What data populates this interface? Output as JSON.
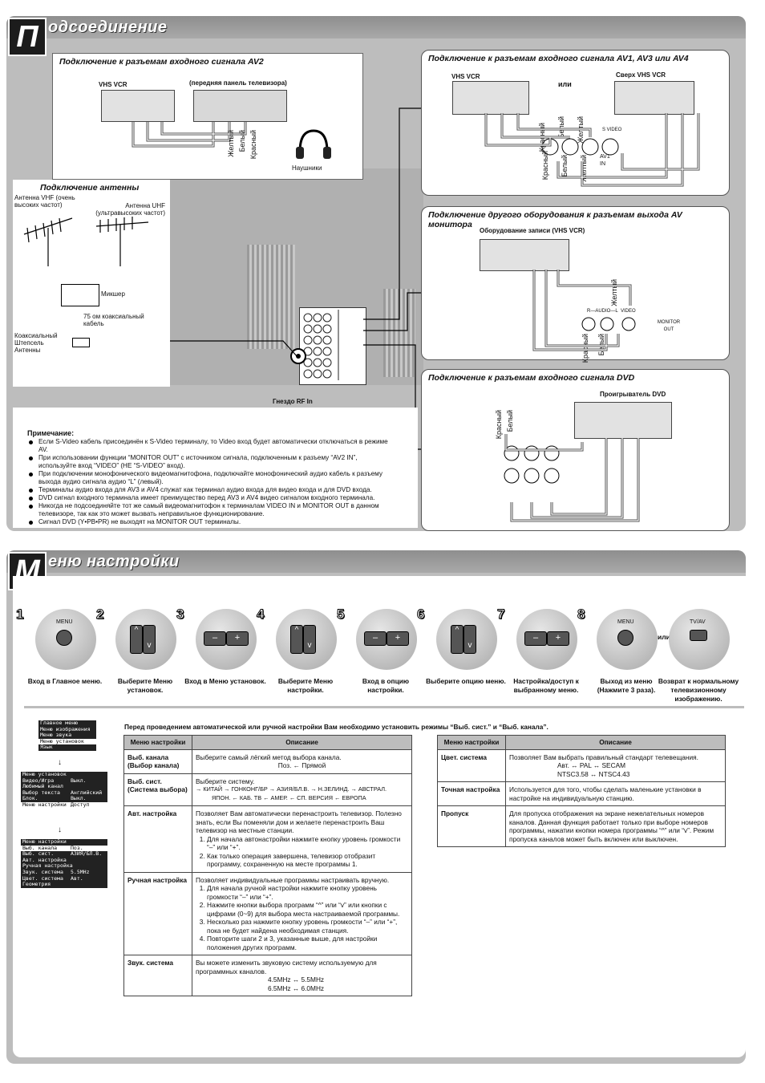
{
  "section1": {
    "letter": "П",
    "title": "одсоединение",
    "av2": {
      "title": "Подключение к разъемам входного сигнала AV2",
      "vcr_label": "VHS VCR",
      "front_label": "(передняя панель телевизора)",
      "cable_labels": [
        "Желтый",
        "Белый",
        "Красный"
      ],
      "headphones": "Наушники"
    },
    "antenna": {
      "title": "Подключение антенны",
      "vhf": "Антенна VHF (очень высоких частот)",
      "uhf": "Антенна UHF (ультравысоких частот)",
      "mixer": "Микшер",
      "coax": "75 ом коаксиальный кабель",
      "plug": "Коаксиальный Штепсель Антенны",
      "rf": "Гнездо RF In"
    },
    "av134": {
      "title": "Подключение к разъемам входного сигнала AV1, AV3 или AV4",
      "vcr_left": "VHS VCR",
      "or": "или",
      "vcr_right": "Сверх VHS VCR",
      "labels": [
        "Красный",
        "Белый",
        "Желтый",
        "Красный",
        "Белый",
        "Желтый"
      ],
      "svideo": "S VIDEO",
      "av1in": "AV1 IN"
    },
    "monitor": {
      "title": "Подключение другого оборудования к разъемам выхода AV монитора",
      "rec": "Оборудование записи (VHS VCR)",
      "labels": [
        "Желтый",
        "Красный",
        "Белый"
      ],
      "audio": "R—AUDIO—L",
      "video": "VIDEO",
      "out": "MONITOR OUT"
    },
    "dvd": {
      "title": "Подключение к разъемам входного сигнала DVD",
      "player": "Проигрыватель DVD",
      "labels": [
        "Красный",
        "Белый"
      ]
    },
    "note_title": "Примечание:",
    "notes": [
      "Если S-Video кабель присоединён к S-Video терминалу, то Video вход будет автоматически отключаться в режиме AV.",
      "При использовании функции “MONITOR OUT” с источником сигнала, подключенным к разъему “AV2 IN”, используйте вход “VIDEO” (НЕ “S-VIDEO” вход).",
      "При подключении монофонического видеомагнитофона, подключайте монофонический аудио кабель к разъему выхода аудио сигнала аудио “L” (левый).",
      "Терминалы аудио входа для AV3 и AV4 служат как терминал аудио входа для видео входа и для DVD входа.",
      "DVD сигнал входного терминала имеет преимущество перед AV3 и AV4 видео сигналом входного терминала.",
      "Никогда не подсоединяйте тот же самый видеомагнитофон к терминалам VIDEO IN и MONITOR OUT в данном телевизоре, так как это может вызвать неправильное функционирование.",
      "Сигнал DVD (Y•PB•PR) не выходят на MONITOR OUT терминалы."
    ]
  },
  "section2": {
    "letter": "М",
    "title": "еню настройки",
    "steps": [
      {
        "num": "1",
        "key": "MENU",
        "label": "Вход в Главное меню."
      },
      {
        "num": "2",
        "key": "",
        "label": "Выберите Меню установок."
      },
      {
        "num": "3",
        "key": "",
        "label": "Вход в Меню установок."
      },
      {
        "num": "4",
        "key": "",
        "label": "Выберите Меню настройки."
      },
      {
        "num": "5",
        "key": "",
        "label": "Вход в опцию настройки."
      },
      {
        "num": "6",
        "key": "",
        "label": "Выберите опцию меню."
      },
      {
        "num": "7",
        "key": "",
        "label": "Настройка/доступ к выбранному меню."
      },
      {
        "num": "8",
        "key": "MENU",
        "label": "Выход из меню (Нажмите 3 раза)."
      }
    ],
    "or_label": "или",
    "tvav": {
      "key": "TV/AV",
      "label": "Возврат к нормальному телевизионному изображению."
    },
    "intro": "Перед проведением автоматической или ручной настройки Вам необходимо установить режимы “Выб. сист.” и “Выб. канала”.",
    "col_menu": "Меню настройки",
    "col_desc": "Описание",
    "osd1": [
      "Главное меню",
      "Меню изображения",
      "Меню звука",
      "Меню установок",
      "Язык"
    ],
    "osd2": [
      [
        "Меню установок",
        ""
      ],
      [
        "Видео/Игра",
        "Выкл."
      ],
      [
        "Любимый канал",
        ""
      ],
      [
        "Выбор текста",
        "Английский"
      ],
      [
        "Блок.",
        "Выкл."
      ],
      [
        "Меню настройки",
        "Доступ"
      ]
    ],
    "osd3": [
      [
        "Меню настройки",
        ""
      ],
      [
        "Выб. канала",
        "Поз."
      ],
      [
        "Выб. сист.",
        "АЗИЯ/БЛ.В."
      ],
      [
        "Авт. настройка",
        ""
      ],
      [
        "Ручная настройка",
        ""
      ],
      [
        "Звук. система",
        "5.5MHz"
      ],
      [
        "Цвет. система",
        "Авт."
      ],
      [
        "Геометрия",
        ""
      ]
    ],
    "left_rows": [
      {
        "key": "Выб. канала (Выбор канала)",
        "desc": "Выберите самый лёгкий метод выбора канала.",
        "extra": "Поз. ← Прямой"
      },
      {
        "key": "Выб. сист. (Система выбора)",
        "desc": "Выберите систему.",
        "extra": "→ КИТАЙ → ГОНКОНГ/БР → АЗИЯ/БЛ.В. → Н.ЗЕЛИНД. → АВСТРАЛ.",
        "extra2": "ЯПОН. ← КАБ. ТВ ← АМЕР. ← СП. ВЕРСИЯ ← ЕВРОПА"
      },
      {
        "key": "Авт. настройка",
        "desc": "Позволяет Вам автоматически перенастроить телевизор. Полезно знать, если Вы поменяли дом и желаете перенастроить Ваш телевизор на местные станции.",
        "steps": [
          "Для начала автонастройки нажмите кнопку уровень громкости “–” или “+”.",
          "Как только операция завершена, телевизор отобразит программу, сохраненную на месте программы 1."
        ]
      },
      {
        "key": "Ручная настройка",
        "desc": "Позволяет индивидуальные программы настраивать вручную.",
        "steps": [
          "Для начала ручной настройки нажмите кнопку уровень громкости “–” или “+”.",
          "Нажмите кнопки выбора программ “^” или “v” или кнопки с цифрами (0~9) для выбора места настраиваемой программы.",
          "Несколько раз нажмите кнопку уровень громкости “–” или “+”, пока не будет найдена необходимая станция.",
          "Повторите шаги 2 и 3, указанные выше, для настройки положения других программ."
        ]
      },
      {
        "key": "Звук. система",
        "desc": "Вы можете изменить звуковую систему используемую для программных каналов.",
        "extra": "4.5MHz ↔ 5.5MHz",
        "extra2": "6.5MHz ↔ 6.0MHz"
      }
    ],
    "right_rows": [
      {
        "key": "Цвет. система",
        "desc": "Позволяет Вам выбрать правильный стандарт телевещания.",
        "extra": "Авт. ↔ PAL ↔ SECAM",
        "extra2": "NTSC3.58 ↔ NTSC4.43"
      },
      {
        "key": "Точная настройка",
        "desc": "Используется для того, чтобы сделать маленькие установки в настройке на индивидуальную станцию."
      },
      {
        "key": "Пропуск",
        "desc": "Для пропуска отображения на экране нежелательных номеров каналов. Данная функция работает только при выборе номеров программы, нажатии кнопки номера программы “^” или “v”. Режим пропуска каналов может быть включен или выключен."
      }
    ]
  }
}
